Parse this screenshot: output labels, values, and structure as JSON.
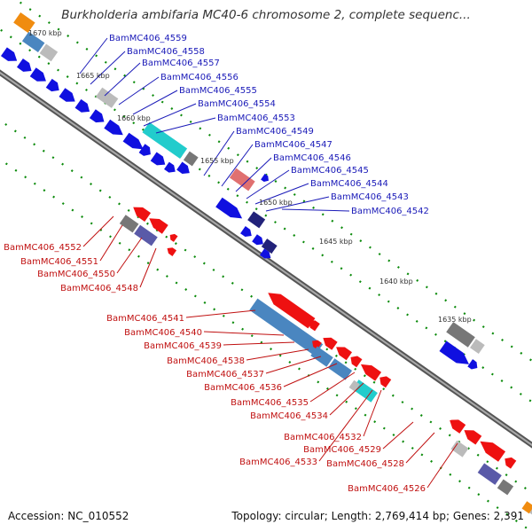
{
  "title": "Burkholderia ambifaria MC40-6 chromosome 2, complete sequenc...",
  "footer": {
    "accession": "Accession: NC_010552",
    "summary": "Topology: circular; Length: 2,769,414 bp; Genes: 2,391"
  },
  "ticks": [
    "1670 kbp",
    "1665 kbp",
    "1660 kbp",
    "1655 kbp",
    "1650 kbp",
    "1645 kbp",
    "1640 kbp",
    "1635 kbp"
  ],
  "forward_genes": [
    "BamMC406_4559",
    "BamMC406_4558",
    "BamMC406_4557",
    "BamMC406_4556",
    "BamMC406_4555",
    "BamMC406_4554",
    "BamMC406_4553",
    "BamMC406_4549",
    "BamMC406_4547",
    "BamMC406_4546",
    "BamMC406_4545",
    "BamMC406_4544",
    "BamMC406_4543",
    "BamMC406_4542"
  ],
  "reverse_genes": [
    "BamMC406_4552",
    "BamMC406_4551",
    "BamMC406_4550",
    "BamMC406_4548",
    "BamMC406_4541",
    "BamMC406_4540",
    "BamMC406_4539",
    "BamMC406_4538",
    "BamMC406_4537",
    "BamMC406_4536",
    "BamMC406_4535",
    "BamMC406_4534",
    "BamMC406_4532",
    "BamMC406_4529",
    "BamMC406_4533",
    "BamMC406_4528",
    "BamMC406_4526"
  ],
  "colors": {
    "forward_cds": "#1010e0",
    "reverse_cds": "#ee1111",
    "steelblue_feature": "#4a86c0",
    "cyan_feature": "#22cccc",
    "gray_feature": "#777777",
    "lightgray_feature": "#bbbbbb",
    "navy_feature": "#22227a",
    "slate_feature": "#5a5aa8",
    "pink_feature": "#e07070",
    "orange_feature": "#f08c10",
    "backbone": "#888888",
    "tick": "#0a8a0a"
  }
}
